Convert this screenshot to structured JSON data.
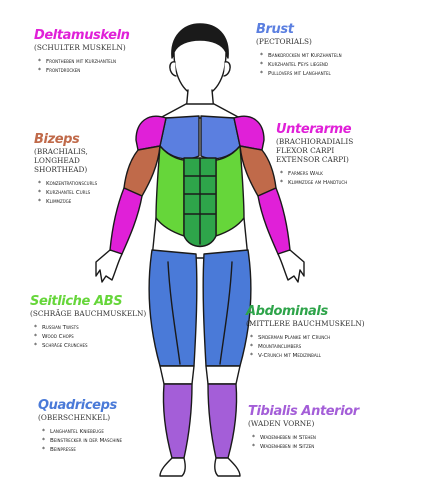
{
  "colors": {
    "delta": "#e020d8",
    "brust": "#5b7fe0",
    "bizeps": "#c06a4a",
    "unterarme": "#e020d8",
    "seitliche": "#66d63a",
    "abdominals": "#2ea44a",
    "quadriceps": "#4a7ad8",
    "tibialis": "#a45ed8"
  },
  "sections": {
    "deltamuskeln": {
      "title": "Deltamuskeln",
      "sub": "(Schulter Muskeln)",
      "items": [
        "Frontheben mit Kurzhanteln",
        "Frontdrücken"
      ]
    },
    "brust": {
      "title": "Brust",
      "sub": "(Pectorials)",
      "items": [
        "Bankdrücken mit Kurzhanteln",
        "Kurzhantel Feys liegend",
        "Pullovers mit Langhantel"
      ]
    },
    "bizeps": {
      "title": "Bizeps",
      "sub1": "(Brachialis,",
      "sub2": "Longhead",
      "sub3": "Shorthead)",
      "items": [
        "Konzentrationscurls",
        "Kurzhantel Curls",
        "Klimmzüge"
      ]
    },
    "unterarme": {
      "title": "Unterarme",
      "sub1": "(Brachioradialis",
      "sub2": "Flexor Carpi",
      "sub3": "Extensor Carpi)",
      "items": [
        "Farmers Walk",
        "Klimmzüge am Handtuch"
      ]
    },
    "seitliche": {
      "title": "Seitliche ABS",
      "sub": "(Schräge Bauchmuskeln)",
      "items": [
        "Russian Twists",
        "Wood Chops",
        "Schräge Crunches"
      ]
    },
    "abdominals": {
      "title": "Abdominals",
      "sub": "(Mittlere Bauchmuskeln)",
      "items": [
        "Spiderman Planke mit Crunch",
        "Mountainclimbers",
        "V-Crunch mit Medizinball"
      ]
    },
    "quadriceps": {
      "title": "Quadriceps",
      "sub": "(Oberschenkel)",
      "items": [
        "Langhantel Kniebeuge",
        "Beinstrecker in der Maschine",
        "Beinpresse"
      ]
    },
    "tibialis": {
      "title": "Tibialis Anterior",
      "sub": "(Waden vorne)",
      "items": [
        "Wadenheben im Stehen",
        "Wadenheben im Sitzen"
      ]
    }
  }
}
